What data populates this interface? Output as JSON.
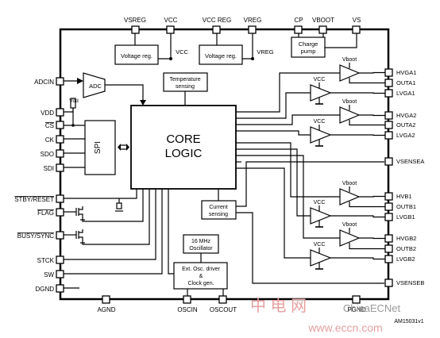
{
  "top_pins": [
    "VSREG",
    "VCC",
    "VCC REG",
    "VREG",
    "CP",
    "VBOOT",
    "VS"
  ],
  "left_pins": [
    "ADCIN",
    "VDD",
    "CS",
    "CK",
    "SDO",
    "SDI",
    "STBY/RESET",
    "FLAG",
    "BUSY/SYNC",
    "STCK",
    "SW",
    "DGND"
  ],
  "right_pins": [
    "HVGA1",
    "OUTA1",
    "LVGA1",
    "HVGA2",
    "OUTA2",
    "LVGA2",
    "VSENSEA",
    "HVB1",
    "OUTB1",
    "LVGB1",
    "HVGB2",
    "OUTB2",
    "LVGB2",
    "VSENSEB"
  ],
  "bottom_pins": [
    "AGND",
    "OSCIN",
    "OSCOUT",
    "PGND"
  ],
  "blocks": {
    "regulator1": "Voltage reg.",
    "regulator1_out": "VCC",
    "regulator2": "Voltage reg.",
    "regulator2_out": "VREG",
    "charge_pump": [
      "Charge",
      "pump"
    ],
    "adc": "ADC",
    "temperature": [
      "Temperature",
      "sensing"
    ],
    "core": [
      "CORE",
      "LOGIC"
    ],
    "spi": "SPI",
    "current": [
      "Current",
      "sensing"
    ],
    "oscillator": [
      "16 MHz",
      "Oscillator"
    ],
    "osc_driver": [
      "Ext. Osc. driver",
      "&",
      "Clock gen."
    ],
    "vdd_resistor_label": "Vdd"
  },
  "driver_labels": {
    "high": "Vboot",
    "low": "VCC"
  },
  "part_number": "AM15031v1",
  "watermark": {
    "site": "ChinaECNet",
    "cn": "中 电 网",
    "url": "www.eccn.com"
  }
}
